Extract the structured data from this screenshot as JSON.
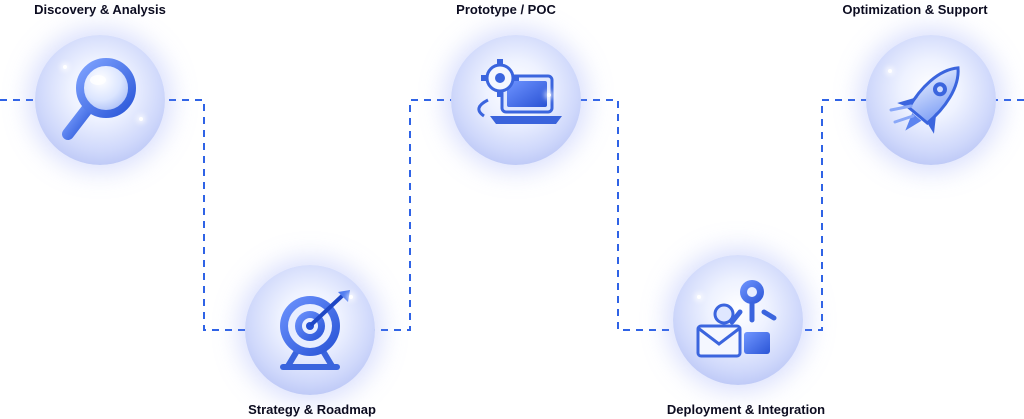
{
  "accent_color": "#2f63e6",
  "steps": [
    {
      "label": "Discovery & Analysis",
      "icon": "magnifying-glass-icon"
    },
    {
      "label": "Strategy & Roadmap",
      "icon": "target-icon"
    },
    {
      "label": "Prototype / POC",
      "icon": "laptop-gear-icon"
    },
    {
      "label": "Deployment & Integration",
      "icon": "robot-mail-icon"
    },
    {
      "label": "Optimization & Support",
      "icon": "rocket-icon"
    }
  ]
}
